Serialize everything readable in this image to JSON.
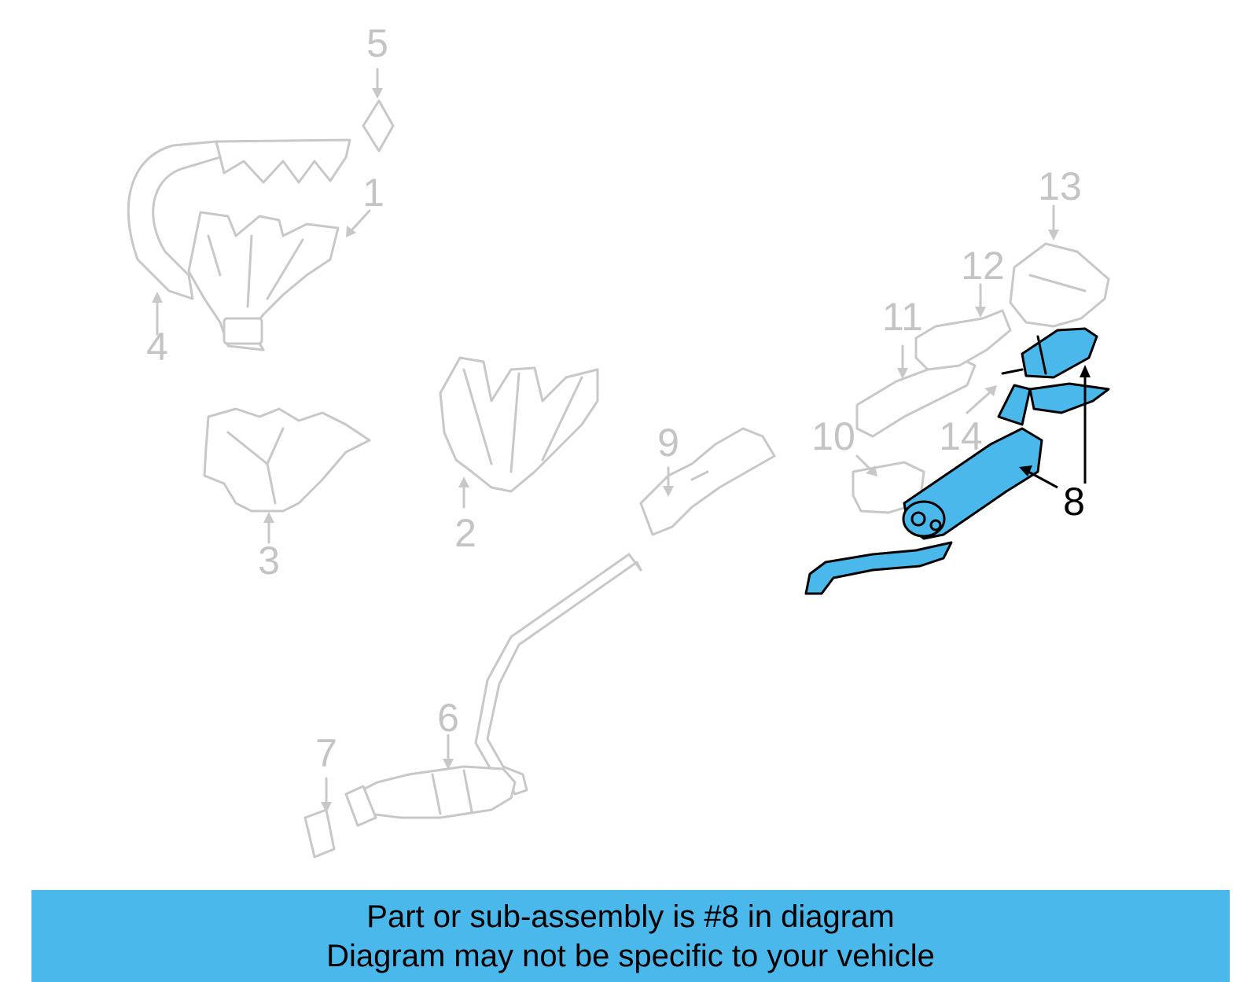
{
  "callouts": {
    "c1": "1",
    "c2": "2",
    "c3": "3",
    "c4": "4",
    "c5": "5",
    "c6": "6",
    "c7": "7",
    "c8": "8",
    "c9": "9",
    "c10": "10",
    "c11": "11",
    "c12": "12",
    "c13": "13",
    "c14": "14"
  },
  "highlighted_part": "8",
  "colors": {
    "highlight": "#4bb8ec",
    "ghost_stroke": "#c8c8c8",
    "ghost_text": "#c4c4c4",
    "banner": "#4bb8ec"
  },
  "banner": {
    "line1": "Part or sub-assembly is #8 in diagram",
    "line2": "Diagram may not be specific to your vehicle"
  }
}
